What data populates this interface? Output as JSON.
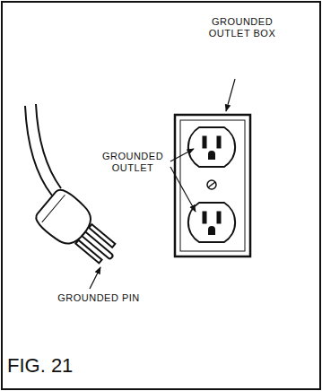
{
  "diagram": {
    "caption": "FIG. 21",
    "labels": [
      "GROUNDED OUTLET BOX",
      "GROUNDED OUTLET",
      "GROUNDED PIN"
    ]
  }
}
